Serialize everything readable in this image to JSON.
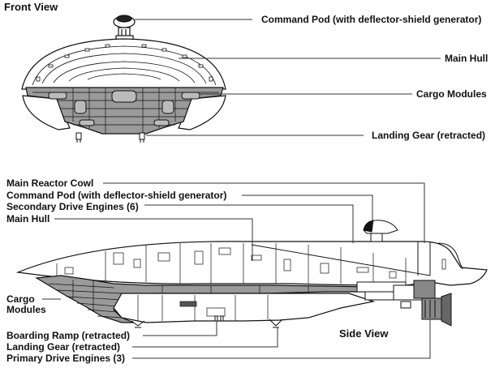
{
  "front_view": {
    "title": "Front View",
    "labels": {
      "command_pod": "Command Pod (with deflector-shield generator)",
      "main_hull": "Main Hull",
      "cargo_modules": "Cargo Modules",
      "landing_gear": "Landing Gear (retracted)"
    }
  },
  "side_view": {
    "title": "Side View",
    "labels": {
      "main_reactor_cowl": "Main Reactor Cowl",
      "command_pod": "Command Pod (with deflector-shield generator)",
      "secondary_drive_engines": "Secondary Drive Engines (6)",
      "main_hull": "Main Hull",
      "cargo_modules_line1": "Cargo",
      "cargo_modules_line2": "Modules",
      "boarding_ramp": "Boarding Ramp (retracted)",
      "landing_gear": "Landing Gear (retracted)",
      "primary_drive_engines": "Primary Drive Engines (3)"
    }
  },
  "colors": {
    "line": "#111111",
    "module_fill": "#9a9a9a",
    "hull_fill": "#ffffff"
  }
}
